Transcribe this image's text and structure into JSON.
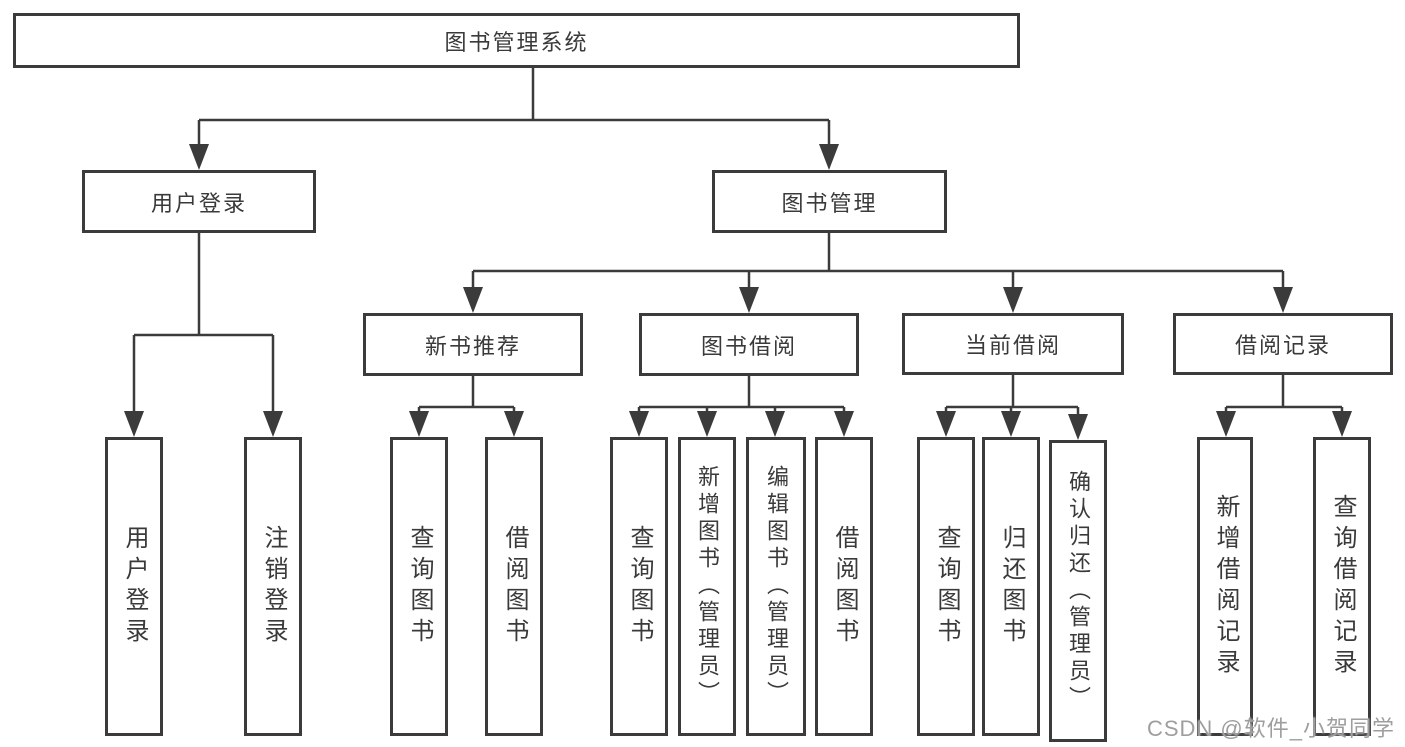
{
  "colors": {
    "line": "#3b3b3b",
    "text": "#3a3a3a",
    "box_background": "#ffffff",
    "page_background": "#ffffff",
    "watermark": "#9e9e9e"
  },
  "watermark": {
    "text": "CSDN @软件_小贺同学"
  },
  "diagram": {
    "type": "hierarchy-tree",
    "root": {
      "label": "图书管理系统"
    },
    "branches": [
      {
        "label": "用户登录",
        "children": [
          {
            "label": "用户登录"
          },
          {
            "label": "注销登录"
          }
        ]
      },
      {
        "label": "图书管理",
        "children": [
          {
            "label": "新书推荐",
            "children": [
              {
                "label": "查询图书"
              },
              {
                "label": "借阅图书"
              }
            ]
          },
          {
            "label": "图书借阅",
            "children": [
              {
                "label": "查询图书"
              },
              {
                "label": "新增图书（管理员）"
              },
              {
                "label": "编辑图书（管理员）"
              },
              {
                "label": "借阅图书"
              }
            ]
          },
          {
            "label": "当前借阅",
            "children": [
              {
                "label": "查询图书"
              },
              {
                "label": "归还图书"
              },
              {
                "label": "确认归还（管理员）"
              }
            ]
          },
          {
            "label": "借阅记录",
            "children": [
              {
                "label": "新增借阅记录"
              },
              {
                "label": "查询借阅记录"
              }
            ]
          }
        ]
      }
    ]
  }
}
